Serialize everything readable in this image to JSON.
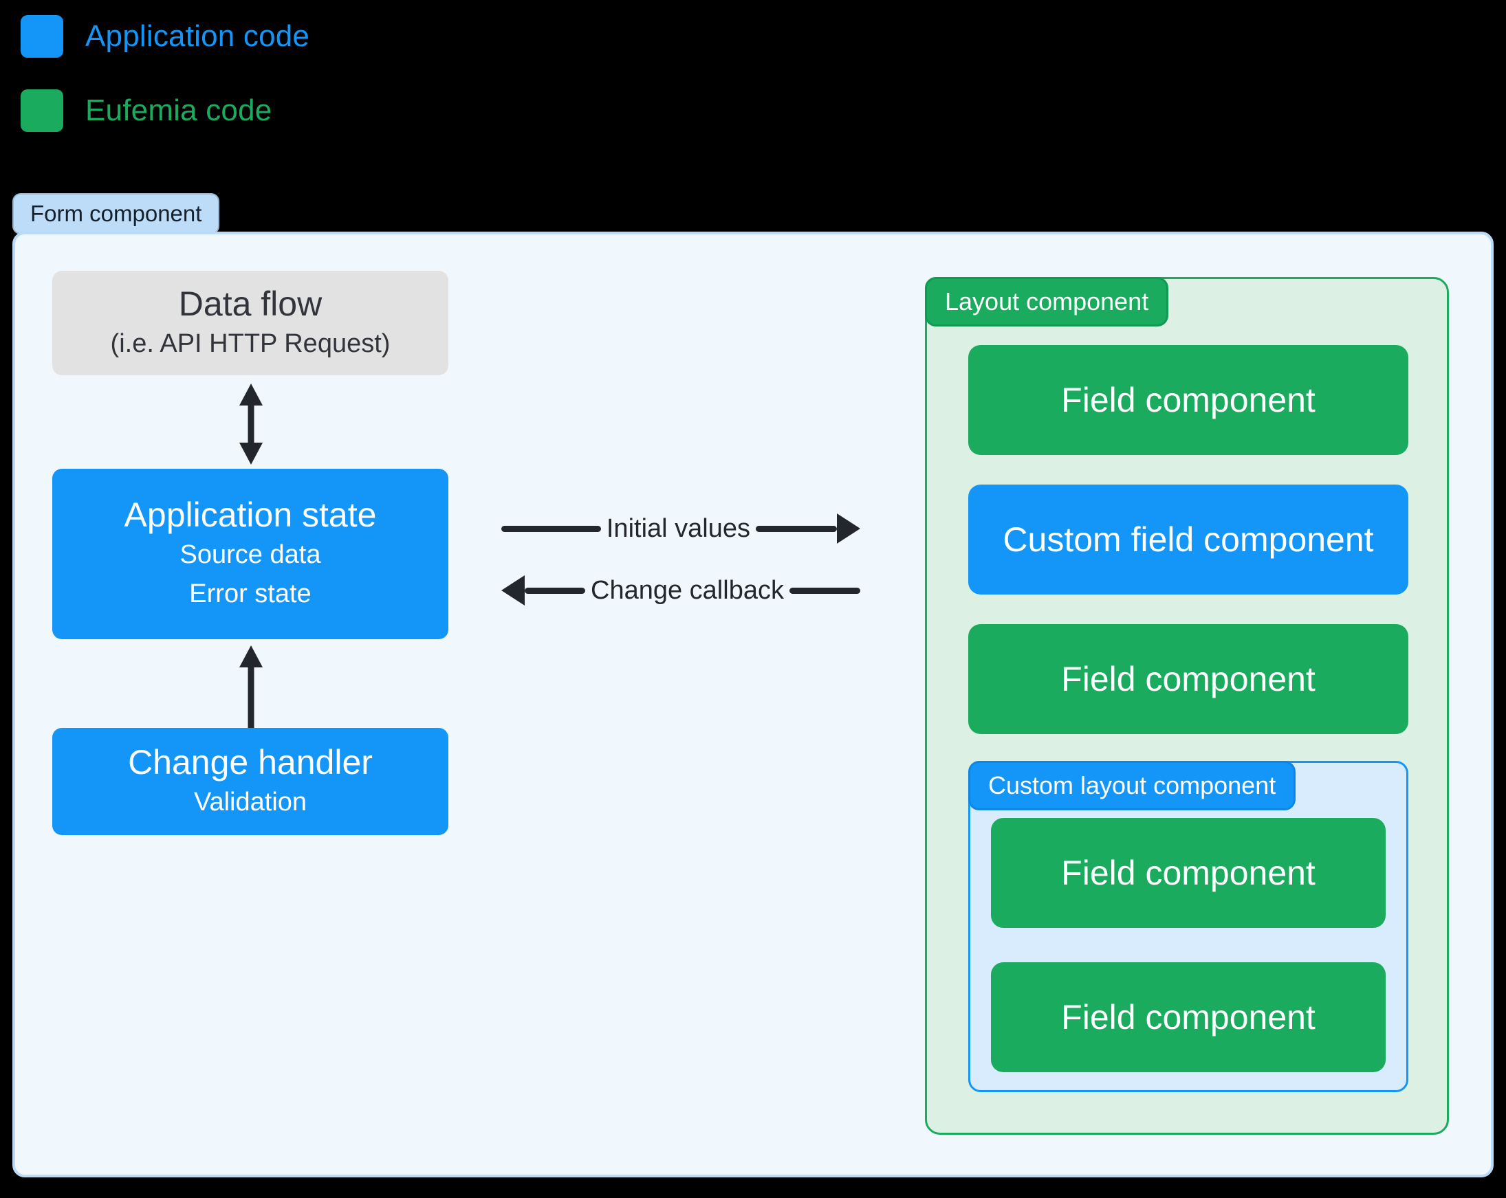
{
  "legend": {
    "items": [
      {
        "label": "Application code",
        "color": "#1496f9"
      },
      {
        "label": "Eufemia code",
        "color": "#1bab5e"
      }
    ]
  },
  "form": {
    "label": "Form component"
  },
  "left": {
    "data_flow": {
      "title": "Data flow",
      "subtitle": "(i.e. API HTTP Request)"
    },
    "application_state": {
      "title": "Application state",
      "line1": "Source data",
      "line2": "Error state"
    },
    "change_handler": {
      "title": "Change handler",
      "line1": "Validation"
    }
  },
  "flows": {
    "initial_values": "Initial values",
    "change_callback": "Change callback"
  },
  "layout": {
    "label": "Layout component",
    "fields": [
      "Field component",
      "Custom field component",
      "Field component"
    ],
    "custom": {
      "label": "Custom layout component",
      "fields": [
        "Field component",
        "Field component"
      ]
    }
  },
  "colors": {
    "application_code_blue": "#1496f9",
    "eufemia_green": "#1bab5e",
    "form_container_bg": "#f0f8fe",
    "form_container_border": "#badbf7",
    "form_pill_bg": "#bddcf8",
    "layout_container_bg": "#dcf1e4",
    "custom_container_bg": "#d9ecfd",
    "gray_box_bg": "#e2e2e2",
    "arrow_dark": "#23272c",
    "page_bg": "#000000"
  }
}
